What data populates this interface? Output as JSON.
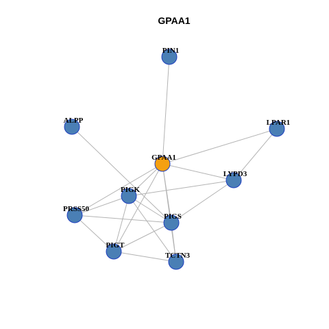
{
  "title": "GPAA1",
  "colors": {
    "hub_node": "#f5a012",
    "node": "#4a7fb5",
    "node_border": "#1f3fbf",
    "edge": "#b3b3b3"
  },
  "nodes": [
    {
      "id": "GPAA1",
      "label": "GPAA1",
      "hub": true
    },
    {
      "id": "PIN1",
      "label": "PIN1",
      "hub": false
    },
    {
      "id": "ALPP",
      "label": "ALPP",
      "hub": false
    },
    {
      "id": "LPAR1",
      "label": "LPAR1",
      "hub": false
    },
    {
      "id": "LYPD3",
      "label": "LYPD3",
      "hub": false
    },
    {
      "id": "PIGK",
      "label": "PIGK",
      "hub": false
    },
    {
      "id": "PRSS50",
      "label": "PRSS50",
      "hub": false
    },
    {
      "id": "PIGS",
      "label": "PIGS",
      "hub": false
    },
    {
      "id": "PIGT",
      "label": "PIGT",
      "hub": false
    },
    {
      "id": "TCTN3",
      "label": "TCTN3",
      "hub": false
    }
  ],
  "edges": [
    [
      "GPAA1",
      "PIN1"
    ],
    [
      "GPAA1",
      "LPAR1"
    ],
    [
      "GPAA1",
      "LYPD3"
    ],
    [
      "GPAA1",
      "PIGK"
    ],
    [
      "GPAA1",
      "PRSS50"
    ],
    [
      "GPAA1",
      "PIGS"
    ],
    [
      "GPAA1",
      "PIGT"
    ],
    [
      "GPAA1",
      "TCTN3"
    ],
    [
      "ALPP",
      "PIGS"
    ],
    [
      "LPAR1",
      "LYPD3"
    ],
    [
      "LYPD3",
      "PIGK"
    ],
    [
      "LYPD3",
      "PIGS"
    ],
    [
      "PIGK",
      "PIGS"
    ],
    [
      "PIGK",
      "PIGT"
    ],
    [
      "PIGK",
      "TCTN3"
    ],
    [
      "PIGK",
      "PRSS50"
    ],
    [
      "PRSS50",
      "PIGS"
    ],
    [
      "PRSS50",
      "PIGT"
    ],
    [
      "PIGS",
      "PIGT"
    ],
    [
      "PIGS",
      "TCTN3"
    ],
    [
      "PIGT",
      "TCTN3"
    ]
  ]
}
